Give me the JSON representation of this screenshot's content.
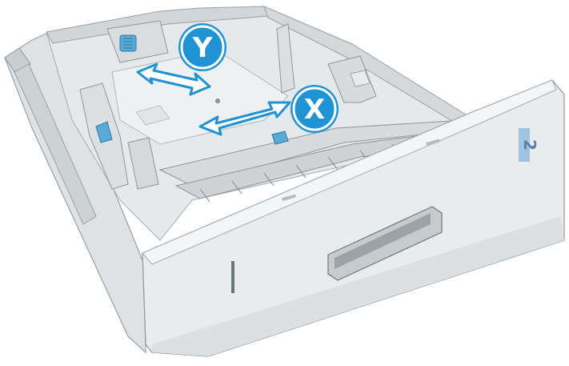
{
  "illustration": {
    "labels": {
      "y_guide": "Y",
      "x_guide": "X",
      "tray_number": "2"
    },
    "colors": {
      "accent_blue": "#1f93d4",
      "arrow_outline": "#1f93d4",
      "arrow_fill": "#ffffff",
      "tray_light": "#eceeef",
      "tray_mid": "#d9dcde",
      "tray_dark": "#a9afb3",
      "guide_tab": "#5aa9d8",
      "tray_label_bg": "#9fc3e0"
    },
    "icons": {
      "y_arrow": "double-headed-arrow",
      "x_arrow": "double-headed-arrow"
    }
  }
}
